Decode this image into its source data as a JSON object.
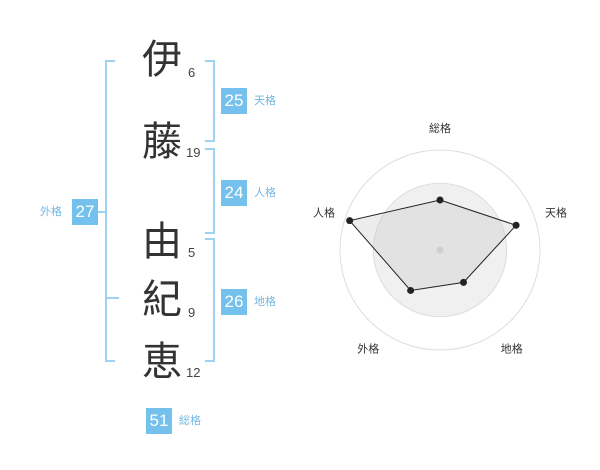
{
  "name": {
    "characters": [
      {
        "char": "伊",
        "strokes": "6"
      },
      {
        "char": "藤",
        "strokes": "19"
      },
      {
        "char": "由",
        "strokes": "5"
      },
      {
        "char": "紀",
        "strokes": "9"
      },
      {
        "char": "恵",
        "strokes": "12"
      }
    ]
  },
  "fortune": {
    "tenkaku": {
      "value": "25",
      "label": "天格"
    },
    "jinkaku": {
      "value": "24",
      "label": "人格"
    },
    "chikaku": {
      "value": "26",
      "label": "地格"
    },
    "gaikaku": {
      "value": "27",
      "label": "外格"
    },
    "soukaku": {
      "value": "51",
      "label": "総格"
    }
  },
  "colors": {
    "accent": "#73c1ec",
    "bracket": "#9dd3f0",
    "label": "#73b7e3",
    "text": "#333333"
  },
  "chart_data": {
    "type": "radar",
    "axes": [
      "総格",
      "天格",
      "地格",
      "外格",
      "人格"
    ],
    "values": [
      0.5,
      0.8,
      0.4,
      0.5,
      0.95
    ],
    "rings": 3
  }
}
